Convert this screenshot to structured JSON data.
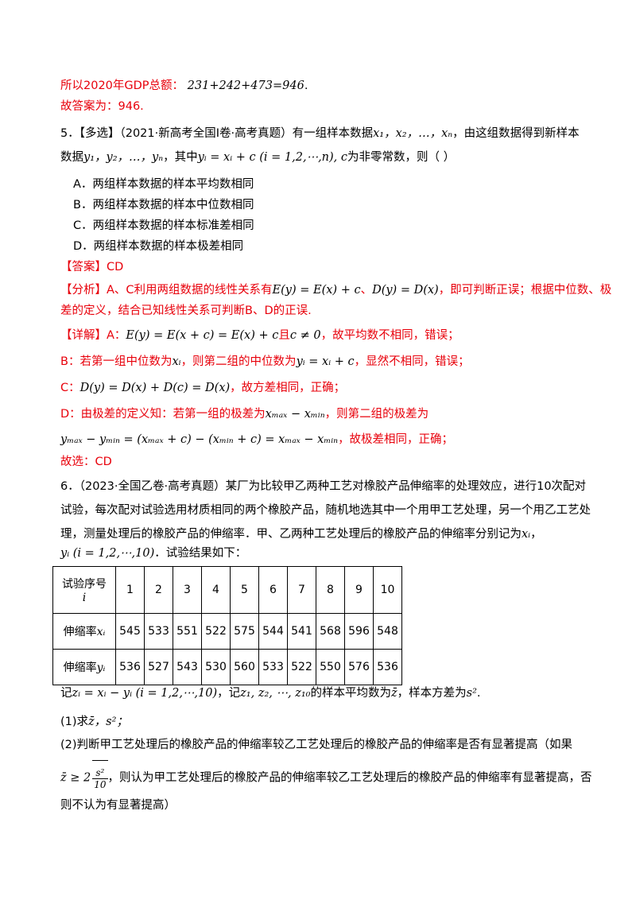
{
  "prev_solution": {
    "total_label": "所以2020年GDP总额：",
    "total_formula": "231+242+473=946",
    "total_end": ".",
    "answer": "故答案为：946."
  },
  "q5": {
    "line1_prefix": "5．【多选】（2021·新高考全国Ⅰ卷·高考真题）有一组样本数据",
    "line1_vars": "x₁，x₂，…，xₙ",
    "line1_suffix": "，由这组数据得到新样本",
    "line2_prefix": "数据",
    "line2_vars": "y₁，y₂，…，yₙ",
    "line2_mid": "，其中",
    "line2_formula": "yᵢ = xᵢ + c (i = 1,2,⋯,n), c",
    "line2_suffix": "为非零常数，则（     ）",
    "options": [
      "A．两组样本数据的样本平均数相同",
      "B．两组样本数据的样本中位数相同",
      "C．两组样本数据的样本标准差相同",
      "D．两组样本数据的样本极差相同"
    ],
    "answer_label": "【答案】CD",
    "analysis_line1_a": "【分析】A、C利用两组数据的线性关系有",
    "analysis_formula1": "E(y) = E(x) + c",
    "analysis_line1_b": "、",
    "analysis_formula2": "D(y) = D(x)",
    "analysis_line1_c": "，即可判断正误；根据中位数、极",
    "analysis_line2": "差的定义，结合已知线性关系可判断B、D的正误.",
    "detail_a_label": "【详解】A：",
    "detail_a_formula": "E(y) = E(x + c) = E(x) + c",
    "detail_a_mid": "且",
    "detail_a_cond": "c ≠ 0",
    "detail_a_end": "，故平均数不相同，错误；",
    "detail_b_prefix": "B：若第一组中位数为",
    "detail_b_var1": "xᵢ",
    "detail_b_mid": "，则第二组的中位数为",
    "detail_b_formula": "yᵢ = xᵢ + c",
    "detail_b_end": "，显然不相同，错误；",
    "detail_c_prefix": "C：",
    "detail_c_formula": "D(y) = D(x) + D(c) = D(x)",
    "detail_c_end": "，故方差相同，正确；",
    "detail_d_prefix": "D：由极差的定义知：若第一组的极差为",
    "detail_d_formula1": "xₘₐₓ − xₘᵢₙ",
    "detail_d_end": "，则第二组的极差为",
    "detail_d_formula2": "yₘₐₓ − yₘᵢₙ = (xₘₐₓ + c) − (xₘᵢₙ + c) = xₘₐₓ − xₘᵢₙ",
    "detail_d_end2": "，故极差相同，正确；",
    "final": "故选：CD"
  },
  "q6": {
    "line1": "6．（2023·全国乙卷·高考真题）某厂为比较甲乙两种工艺对橡胶产品伸缩率的处理效应，进行10次配对",
    "line2": "试验，每次配对试验选用材质相同的两个橡胶产品，随机地选其中一个用甲工艺处理，另一个用乙工艺处",
    "line3_prefix": "理，测量处理后的橡胶产品的伸缩率．甲、乙两种工艺处理后的橡胶产品的伸缩率分别记为",
    "line3_var": "xᵢ",
    "line3_end": "，",
    "line4_formula": "yᵢ (i = 1,2,⋯,10)",
    "line4_end": "．试验结果如下：",
    "table": {
      "header_label_1": "试验序号",
      "header_label_2": "i",
      "indices": [
        "1",
        "2",
        "3",
        "4",
        "5",
        "6",
        "7",
        "8",
        "9",
        "10"
      ],
      "row_x_label": "伸缩率",
      "row_x_var": "xᵢ",
      "row_x": [
        "545",
        "533",
        "551",
        "522",
        "575",
        "544",
        "541",
        "568",
        "596",
        "548"
      ],
      "row_y_label": "伸缩率",
      "row_y_var": "yᵢ",
      "row_y": [
        "536",
        "527",
        "543",
        "530",
        "560",
        "533",
        "522",
        "550",
        "576",
        "536"
      ]
    },
    "note_prefix": "记",
    "note_formula1": "zᵢ = xᵢ − yᵢ (i = 1,2,⋯,10)",
    "note_mid": "，记",
    "note_formula2": "z₁, z₂, ⋯, z₁₀",
    "note_mid2": "的样本平均数为",
    "note_zbar": "z̄",
    "note_mid3": "，样本方差为",
    "note_s2": "s²",
    "note_end": ".",
    "q1_prefix": "(1)求",
    "q1_vars": "z̄，s²；",
    "q2_line1": "(2)判断甲工艺处理后的橡胶产品的伸缩率较乙工艺处理后的橡胶产品的伸缩率是否有显著提高（如果",
    "q2_cond_left": "z̄ ≥ 2",
    "q2_cond_num": "s²",
    "q2_cond_den": "10",
    "q2_line2_rest": "，则认为甲工艺处理后的橡胶产品的伸缩率较乙工艺处理后的橡胶产品的伸缩率有显著提高，否",
    "q2_line3": "则不认为有显著提高）"
  }
}
